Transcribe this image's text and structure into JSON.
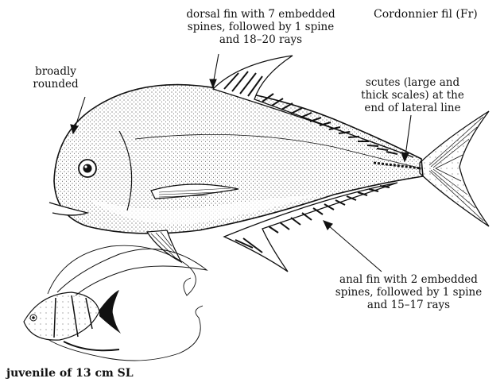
{
  "labels": {
    "dorsal": "dorsal fin with 7 embedded\nspines, followed by 1 spine\nand 18–20 rays",
    "name_fr": "Cordonnier fil (Fr)",
    "head": "broadly\nrounded",
    "scutes": "scutes (large and\nthick scales) at the\nend of lateral line",
    "anal": "anal fin with 2 embedded\nspines, followed by 1 spine\nand 15–17 rays",
    "juvenile": "juvenile of 13 cm SL"
  },
  "colors": {
    "ink": "#111111",
    "paper": "#ffffff"
  }
}
